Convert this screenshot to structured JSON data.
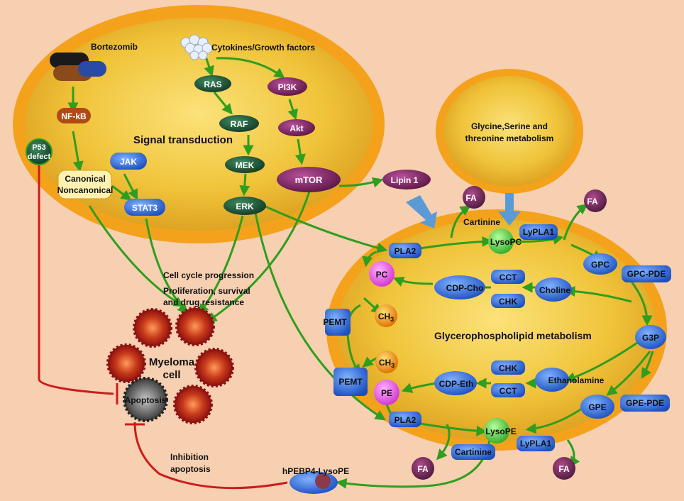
{
  "labels": {
    "bortezomib": "Bortezomib",
    "cytokines": "Cytokines/Growth factors",
    "signal_transduction": "Signal transduction",
    "canonical": "Canonical",
    "noncanonical": "Noncanonical",
    "p53_line1": "P53",
    "p53_line2": "defect",
    "glycine_line1": "Glycine,Serine and",
    "glycine_line2": "threonine metabolism",
    "cell_cycle": "Cell cycle progression",
    "proliferation": "Proliferation, survival",
    "drug_resistance": "and drug resistance",
    "myeloma_line1": "Myeloma",
    "myeloma_line2": "cell",
    "apoptosis": "Apoptosis",
    "inhibition_line1": "Inhibition",
    "inhibition_line2": "apoptosis",
    "gp_metabolism": "Glycerophospholipid metabolism",
    "hpebp4": "hPEBP4-LysoPE",
    "ch3": "CH",
    "ch3_sub": "3"
  },
  "nodes": {
    "nfkb": "NF-kB",
    "jak": "JAK",
    "stat3": "STAT3",
    "ras": "RAS",
    "raf": "RAF",
    "mek": "MEK",
    "erk": "ERK",
    "pi3k": "PI3K",
    "akt": "Akt",
    "mtor": "mTOR",
    "lipin1": "Lipin 1",
    "fa": "FA",
    "cartinine": "Cartinine",
    "lysopc": "LysoPC",
    "lypla1": "LyPLA1",
    "gpc": "GPC",
    "gpc_pde": "GPC-PDE",
    "pla2": "PLA2",
    "pc": "PC",
    "cdp_cho": "CDP-Cho",
    "cct": "CCT",
    "chk": "CHK",
    "choline": "Choline",
    "pemt": "PEMT",
    "g3p": "G3P",
    "pe": "PE",
    "cdp_eth": "CDP-Eth",
    "ethanolamine": "Ethanolamine",
    "gpe": "GPE",
    "gpe_pde": "GPE-PDE",
    "lysope": "LysoPE"
  },
  "colors": {
    "background": "#f7cfb1",
    "cell_outer": "#f4a21c",
    "cell_inner": "#eec03a",
    "arrow_green": "#2e9e1e",
    "inhibit_red": "#cc1b1b",
    "blue_arrow": "#5b9bd5",
    "enzyme_blue": "#2f6fe0",
    "kinase_green": "#1e5a3a",
    "purple": "#8a2a6a",
    "pink": "#ee55ee",
    "lime": "#55e04a"
  }
}
